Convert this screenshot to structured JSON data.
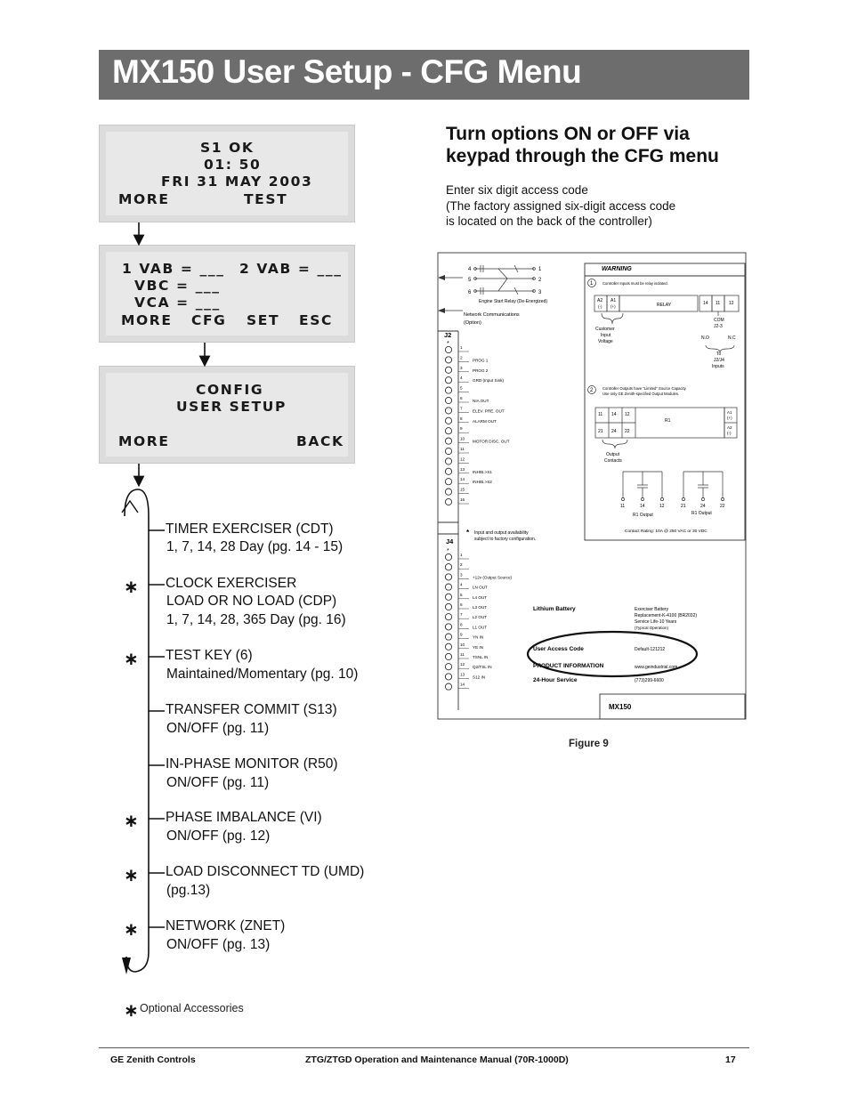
{
  "page_title": "MX150 User Setup - CFG Menu",
  "screen1": {
    "line1": "S1  OK",
    "line2": "01: 50",
    "line3": "FRI 31 MAY 2003",
    "left": "MORE",
    "right": "TEST"
  },
  "screen2": {
    "line1a": "1 VAB = ___",
    "line1b": "2 VAB = ___",
    "line2": "VBC = ___",
    "line3": "VCA = ___",
    "k1": "MORE",
    "k2": "CFG",
    "k3": "SET",
    "k4": "ESC"
  },
  "screen3": {
    "line1": "CONFIG",
    "line2": "USER SETUP",
    "left": "MORE",
    "right": "BACK"
  },
  "menu": [
    {
      "label": "TIMER EXERCISER (CDT)",
      "sub": "1, 7, 14, 28 Day (pg. 14 - 15)",
      "optional": false
    },
    {
      "label": "CLOCK EXERCISER",
      "sub": "LOAD OR NO LOAD (CDP)",
      "sub2": "1, 7, 14, 28, 365 Day (pg. 16)",
      "optional": true
    },
    {
      "label": "TEST KEY (6)",
      "sub": "Maintained/Momentary (pg. 10)",
      "optional": true
    },
    {
      "label": "TRANSFER COMMIT (S13)",
      "sub": "ON/OFF (pg. 11)",
      "optional": false
    },
    {
      "label": "IN-PHASE MONITOR (R50)",
      "sub": "ON/OFF (pg. 11)",
      "optional": false
    },
    {
      "label": "PHASE IMBALANCE (VI)",
      "sub": "ON/OFF (pg. 12)",
      "optional": true
    },
    {
      "label": "LOAD DISCONNECT TD (UMD)",
      "sub": "(pg.13)",
      "optional": true
    },
    {
      "label": "NETWORK (ZNET)",
      "sub": "ON/OFF (pg. 13)",
      "optional": true
    }
  ],
  "legend": {
    "symbol": "∗",
    "text": "Optional Accessories"
  },
  "right_heading": {
    "line1": "Turn options ON or OFF via",
    "line2": "keypad through the CFG menu"
  },
  "body": {
    "line1": "Enter six digit access code",
    "line2": "(The factory assigned six-digit access code",
    "line3": "is located on the back of the controller)"
  },
  "figure": {
    "caption": "Figure 9",
    "model": "MX150",
    "warning": "WARNING",
    "note1": "Controller Inputs must be relay isolated.",
    "note2a": "Controller Outputs have \"Limited\" Source Capacity.",
    "note2b": "Use only GE Zenith-specified Output Modules.",
    "relay_label": "RELAY",
    "r1_label": "R1",
    "engine_start": "Engine Start Relay (De-Energized)",
    "network": "Network Communications",
    "network2": "(Option)",
    "j2": "J2",
    "j4": "J4",
    "j2_signals": [
      "",
      "PROG 1",
      "PROG 2",
      "GRD (Input Sink)",
      "",
      "NIA OUT",
      "ELEV. PRE. OUT",
      "ALARM OUT",
      "",
      "MOTOR DISC. OUT",
      "",
      "",
      "INHIB.>S1",
      "INHIB.>S2",
      "",
      ""
    ],
    "j4_signals": [
      "",
      "",
      "+12v (Output Source)",
      "LN OUT",
      "L4 OUT",
      "L3 OUT",
      "L2 OUT",
      "L1 OUT",
      "YN IN",
      "YE IN",
      "TSNL IN",
      "Q2/TSL IN",
      "S12 IN",
      ""
    ],
    "avail_note1": "Input and output availability",
    "avail_note2": "subject to factory configuration.",
    "customer1": "Customer",
    "customer2": "Input",
    "customer3": "Voltage",
    "com": "COM",
    "j23": "J2-3",
    "no": "N.O",
    "nc": "N.C",
    "to1": "To",
    "to2": "J2/J4",
    "to3": "Inputs",
    "output1": "Output",
    "output2": "Contacts",
    "r1_output": "R1 Output",
    "contact_rating": "Contact Rating: 10A @ 250 VAC or 30 VDC",
    "lithium": "Lithium Battery",
    "battery1": "Exerciser Battery",
    "battery2": "Replacement-K-4100 (BR2032)",
    "battery3": "Service Life-10 Years",
    "battery4": "(Typical Operation)",
    "user_code": "User Access Code",
    "user_code_val": "Default-121212",
    "product_info": "PRODUCT INFORMATION",
    "product_url": "www.geindustrial.com",
    "service": "24-Hour Service",
    "service_phone": "(773)299-6600",
    "a2": "A2",
    "a1": "A1",
    "minus": "(-)",
    "plus": "(+)"
  },
  "footer": {
    "left": "GE Zenith Controls",
    "center": "ZTG/ZTGD Operation and Maintenance Manual (70R-1000D)",
    "page": "17"
  },
  "colors": {
    "title_bar": "#6d6d6d",
    "lcd_bg": "#e8e8e8",
    "lcd_frame": "#dcdcdc"
  }
}
